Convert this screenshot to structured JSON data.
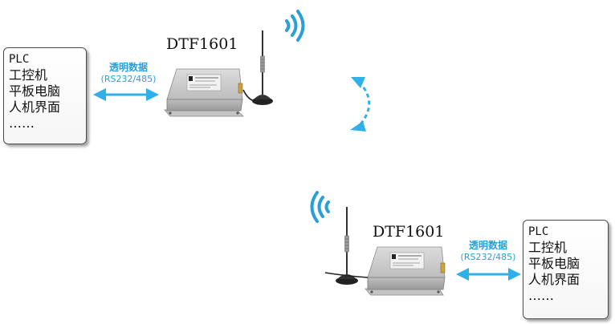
{
  "top_unit": {
    "model": "DTF1601",
    "protocol_line1": "透明数据",
    "protocol_line2": "(RS232/485)",
    "host_lines": [
      "PLC",
      "工控机",
      "平板电脑",
      "人机界面",
      "……"
    ]
  },
  "bottom_unit": {
    "model": "DTF1601",
    "protocol_line1": "透明数据",
    "protocol_line2": "(RS232/485)",
    "host_lines": [
      "PLC",
      "工控机",
      "平板电脑",
      "人机界面",
      "……"
    ]
  },
  "colors": {
    "arrow": "#2fb0e8",
    "device_body": "#b9b9b9",
    "border": "#4a4a4a"
  },
  "icons": [
    "wireless-signal-icon",
    "antenna-icon",
    "two-way-link-arrow-icon"
  ]
}
